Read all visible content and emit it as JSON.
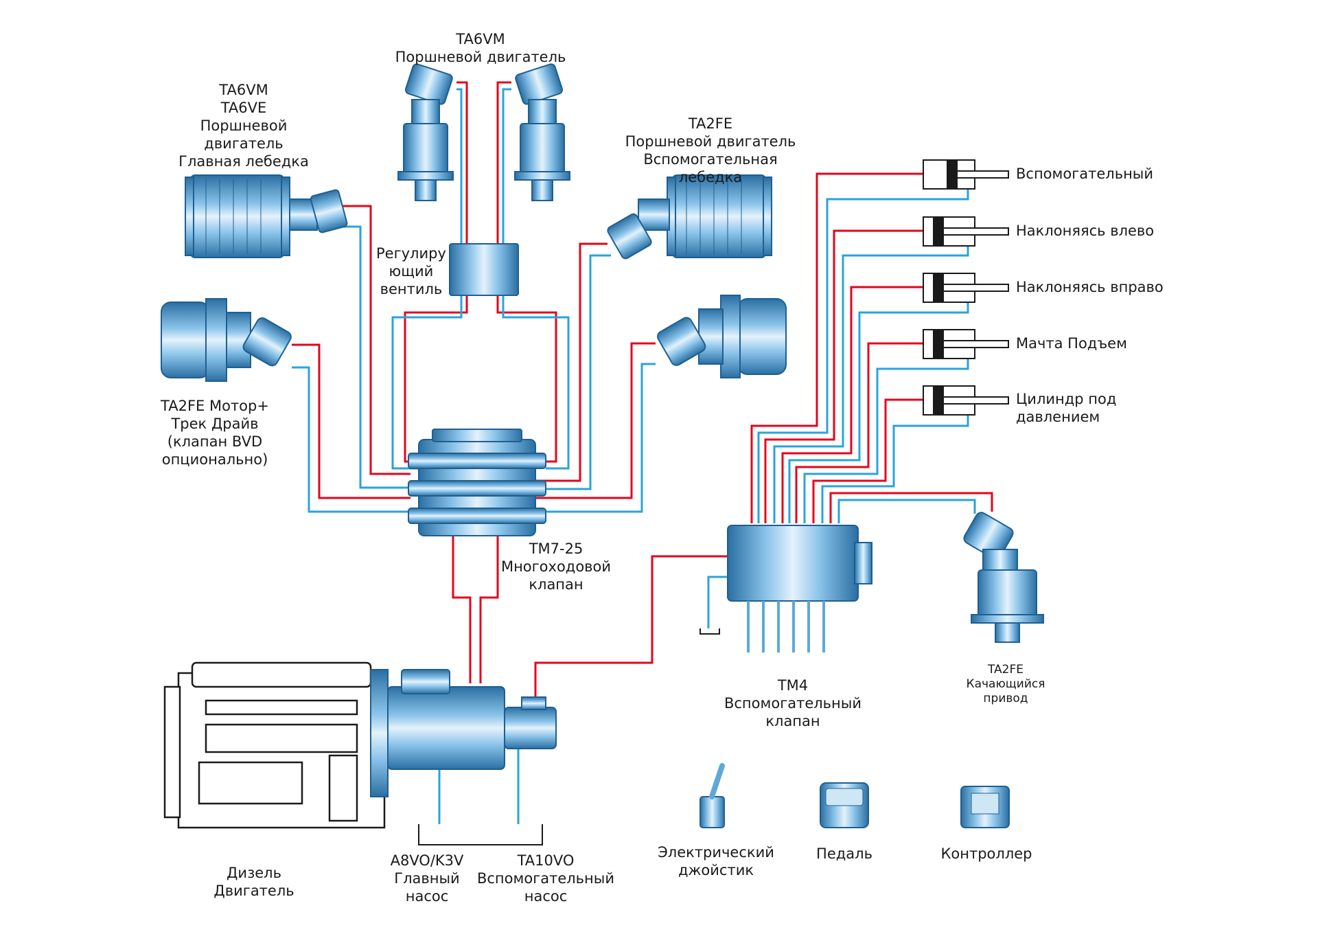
{
  "colors": {
    "pressure_line": "#e3051b",
    "return_line": "#29a3dc",
    "component_fill": "#5da9d8",
    "component_dark": "#1f5f8f",
    "component_light": "#cfe6f5",
    "outline": "#1a1a1a"
  },
  "labels": {
    "top_motor": [
      "TA6VM",
      "Поршневой двигатель"
    ],
    "main_winch": [
      "TA6VM",
      "TA6VE",
      "Поршневой",
      "двигатель",
      "Главная лебедка"
    ],
    "aux_winch": [
      "TA2FE",
      "Поршневой двигатель",
      "Вспомогательная",
      "лебедка"
    ],
    "regulating_valve": [
      "Регулиру",
      "ющий",
      "вентиль"
    ],
    "track_drive": [
      "TA2FE Мотор+",
      "Трек Драйв",
      "(клапан BVD",
      "опционально)"
    ],
    "multiway_valve": [
      "TM7-25",
      "Многоходовой",
      "клапан"
    ],
    "aux_valve": [
      "TM4",
      "Вспомогательный",
      "клапан"
    ],
    "swing_drive": [
      "TA2FE",
      "Качающийся",
      "привод"
    ],
    "diesel": [
      "Дизель",
      "Двигатель"
    ],
    "main_pump": [
      "A8VO/K3V",
      "Главный",
      "насос"
    ],
    "aux_pump": [
      "TA10VO",
      "Вспомогательный",
      "насос"
    ],
    "joystick": [
      "Электрический",
      "джойстик"
    ],
    "pedal": [
      "Педаль"
    ],
    "controller": [
      "Контроллер"
    ]
  },
  "cylinders": [
    {
      "label": [
        "Вспомогательный"
      ]
    },
    {
      "label": [
        "Наклоняясь влево"
      ]
    },
    {
      "label": [
        "Наклоняясь вправо"
      ]
    },
    {
      "label": [
        "Мачта Подъем"
      ]
    },
    {
      "label": [
        "Цилиндр под",
        "давлением"
      ]
    }
  ]
}
